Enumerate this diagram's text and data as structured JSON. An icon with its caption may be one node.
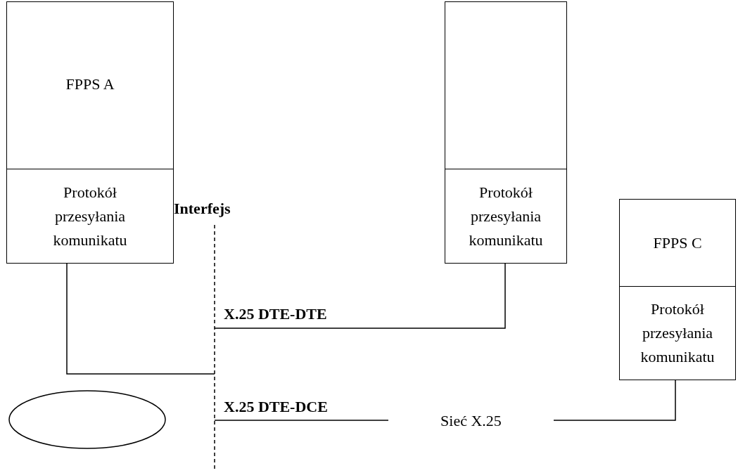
{
  "diagram": {
    "nodes": [
      {
        "text": [
          "FPPS A"
        ]
      },
      {
        "text": [
          "Protokół przesyłania komunikatu"
        ]
      },
      {
        "text": [],
        "shape": "box"
      },
      {
        "text": [
          "Protokół przesyłania komunikatu"
        ]
      },
      {
        "text": [
          "FPPS C"
        ]
      },
      {
        "text": [
          "Protokół przesyłania komunikatu"
        ]
      },
      {
        "text": [],
        "shape": "ellipse"
      },
      {
        "text": [
          "Sieć X.25"
        ]
      }
    ],
    "edges": [
      {
        "from": 1,
        "to": null,
        "arrow": "none"
      },
      {
        "from": null,
        "to": 3,
        "arrow": "none",
        "label": "X.25 DTE-DTE"
      },
      {
        "from": null,
        "to": 7,
        "arrow": "none",
        "label": "X.25 DTE-DCE"
      },
      {
        "from": 7,
        "to": 5,
        "arrow": "none"
      }
    ],
    "labels": [
      "Interfejs"
    ]
  }
}
